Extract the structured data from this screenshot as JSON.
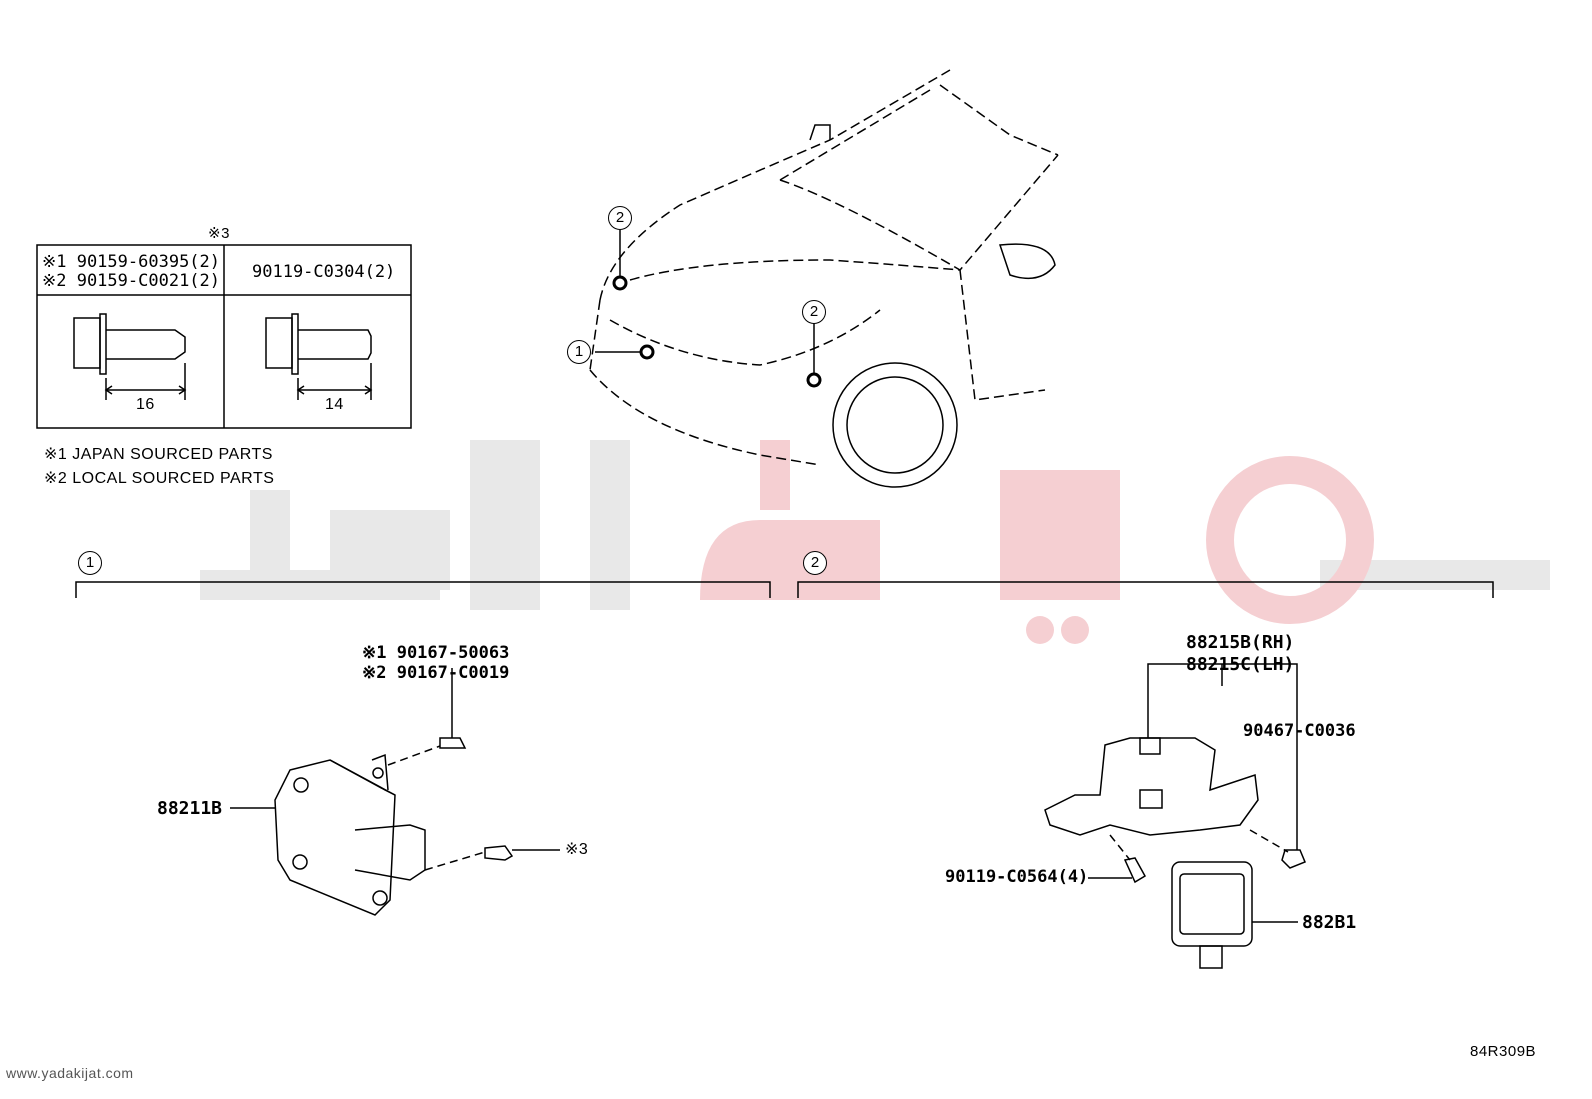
{
  "table": {
    "header_ref": "※3",
    "col1_line1": "※1 90159-60395(2)",
    "col1_line2": "※2 90159-C0021(2)",
    "col2_line1": "90119-C0304(2)",
    "dim1": "16",
    "dim2": "14"
  },
  "notes": {
    "note1": "※1 JAPAN SOURCED PARTS",
    "note2": "※2 LOCAL SOURCED PARTS"
  },
  "callouts": {
    "c1": "1",
    "c2": "2"
  },
  "group1": {
    "bracket_label": "1",
    "bolt_line1": "※1 90167-50063",
    "bolt_line2": "※2 90167-C0019",
    "module_part": "88211B",
    "screw_ref": "※3"
  },
  "group2": {
    "bracket_label": "2",
    "sensor_rh": "88215B(RH)",
    "sensor_lh": "88215C(LH)",
    "clip_part": "90467-C0036",
    "screw_part": "90119-C0564(4)",
    "pad_part": "882B1"
  },
  "footer": {
    "site": "www.yadakijat.com",
    "code": "84R309B"
  },
  "colors": {
    "watermark_gray": "#e6e6e6",
    "watermark_red": "#f4c9cc"
  }
}
